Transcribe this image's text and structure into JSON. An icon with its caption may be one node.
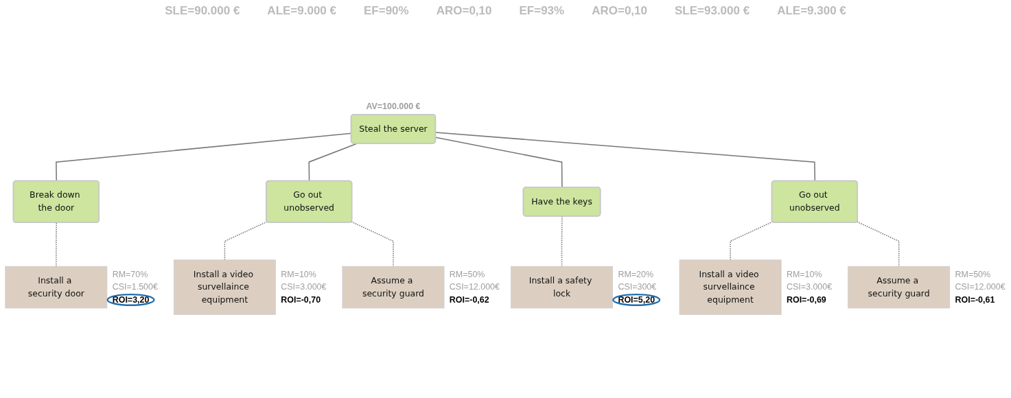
{
  "diagram": {
    "nodes": [
      {
        "text": [
          "Steal the server"
        ],
        "beside": [
          "AV=100.000 €"
        ]
      },
      {
        "text": [
          "Break down the door"
        ]
      },
      {
        "text": [
          "Go out unobserved"
        ]
      },
      {
        "text": [
          "Have the keys"
        ]
      },
      {
        "text": [
          "Go out unobserved"
        ]
      },
      {
        "text": [
          "Install a security door"
        ],
        "beside": [
          "RM=70%",
          "CSI=1.500€",
          "ROI=3,20"
        ]
      },
      {
        "text": [
          "Install a video survellaince equipment"
        ],
        "beside": [
          "RM=10%",
          "CSI=3.000€",
          "ROI=-0,70"
        ]
      },
      {
        "text": [
          "Assume a security guard"
        ],
        "beside": [
          "RM=50%",
          "CSI=12.000€",
          "ROI=-0,62"
        ]
      },
      {
        "text": [
          "Install a safety lock"
        ],
        "beside": [
          "RM=20%",
          "CSI=300€",
          "ROI=5,20"
        ]
      },
      {
        "text": [
          "Install a video survellaince equipment"
        ],
        "beside": [
          "RM=10%",
          "CSI=3.000€",
          "ROI=-0,69"
        ]
      },
      {
        "text": [
          "Assume a security guard"
        ],
        "beside": [
          "RM=50%",
          "CSI=12.000€",
          "ROI=-0,61"
        ]
      }
    ],
    "edges": [
      {
        "from": 0,
        "to": 1,
        "arrow": "none"
      },
      {
        "from": 0,
        "to": 2,
        "arrow": "none"
      },
      {
        "from": 0,
        "to": 3,
        "arrow": "none"
      },
      {
        "from": 0,
        "to": 4,
        "arrow": "none"
      },
      {
        "from": 1,
        "to": 5,
        "arrow": "none",
        "style": "dashed"
      },
      {
        "from": 2,
        "to": 6,
        "arrow": "none",
        "style": "dashed"
      },
      {
        "from": 2,
        "to": 7,
        "arrow": "none",
        "style": "dashed"
      },
      {
        "from": 3,
        "to": 8,
        "arrow": "none",
        "style": "dashed"
      },
      {
        "from": 4,
        "to": 9,
        "arrow": "none",
        "style": "dashed"
      },
      {
        "from": 4,
        "to": 10,
        "arrow": "none",
        "style": "dashed"
      }
    ],
    "labels": [
      "SLE=90.000 €",
      "ALE=9.000 €",
      "EF=90%",
      "ARO=0,10",
      "EF=93%",
      "ARO=0,10",
      "SLE=93.000 €",
      "ALE=9.300 €"
    ]
  }
}
